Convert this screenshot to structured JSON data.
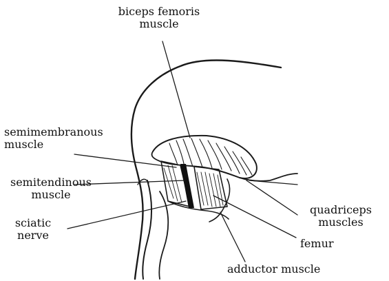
{
  "labels": {
    "biceps_femoris": [
      "biceps femoris",
      "muscle"
    ],
    "semimembranous": [
      "semimembranous",
      "muscle"
    ],
    "semitendinous": [
      "semitendinous",
      "muscle"
    ],
    "sciatic": [
      "sciatic",
      "nerve"
    ],
    "quadriceps": [
      "quadriceps",
      "muscles"
    ],
    "femur": "femur",
    "adductor": "adductor muscle"
  }
}
